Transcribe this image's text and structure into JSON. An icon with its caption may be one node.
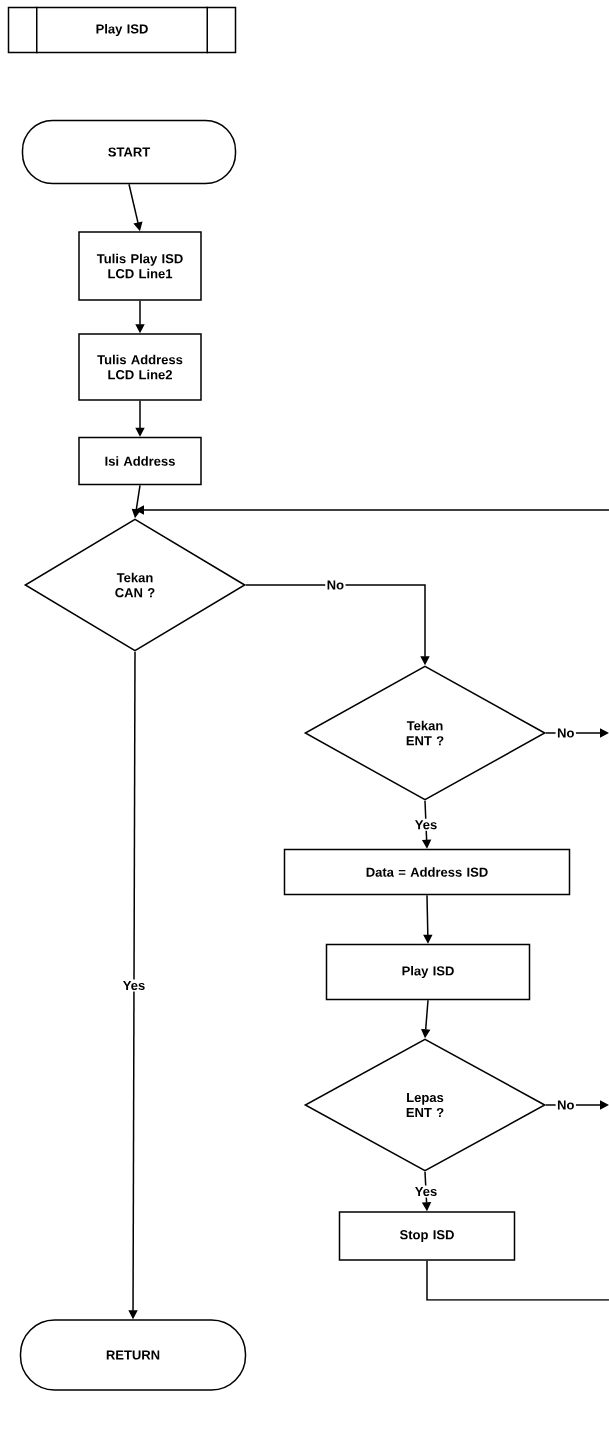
{
  "diagram": {
    "nodes": [
      {
        "text": [
          "Play ISD"
        ]
      },
      {
        "text": [
          "START"
        ]
      },
      {
        "text": [
          "Tulis Play ISD LCD Line1"
        ]
      },
      {
        "text": [
          "Tulis Address LCD Line2"
        ]
      },
      {
        "text": [
          "Isi Address"
        ]
      },
      {
        "text": [
          "Tekan CAN ?"
        ]
      },
      {
        "text": [
          "Tekan ENT ?"
        ]
      },
      {
        "text": [
          "Data = Address ISD"
        ]
      },
      {
        "text": [
          "Play ISD"
        ]
      },
      {
        "text": [
          "Lepas ENT ?"
        ]
      },
      {
        "text": [
          "Stop ISD"
        ]
      },
      {
        "text": [
          "RETURN"
        ]
      }
    ],
    "edges": [
      {
        "from": 1,
        "to": 2,
        "arrow": "to"
      },
      {
        "from": 2,
        "to": 3,
        "arrow": "to"
      },
      {
        "from": 3,
        "to": 4,
        "arrow": "to"
      },
      {
        "from": 4,
        "to": 5,
        "arrow": "to"
      },
      {
        "from": 5,
        "to": 6,
        "arrow": "to",
        "label": "No"
      },
      {
        "from": 5,
        "to": 11,
        "arrow": "to",
        "label": "Yes"
      },
      {
        "from": 6,
        "to": 7,
        "arrow": "to",
        "label": "Yes"
      },
      {
        "from": 7,
        "to": 8,
        "arrow": "to"
      },
      {
        "from": 8,
        "to": 9,
        "arrow": "to"
      },
      {
        "from": 9,
        "to": 10,
        "arrow": "to",
        "label": "Yes"
      },
      {
        "from": 6,
        "to": null,
        "arrow": "to",
        "label": "No"
      },
      {
        "from": 9,
        "to": null,
        "arrow": "to",
        "label": "No"
      },
      {
        "from": 10,
        "to": null,
        "arrow": "none"
      },
      {
        "from": null,
        "to": 5,
        "arrow": "to"
      }
    ]
  }
}
